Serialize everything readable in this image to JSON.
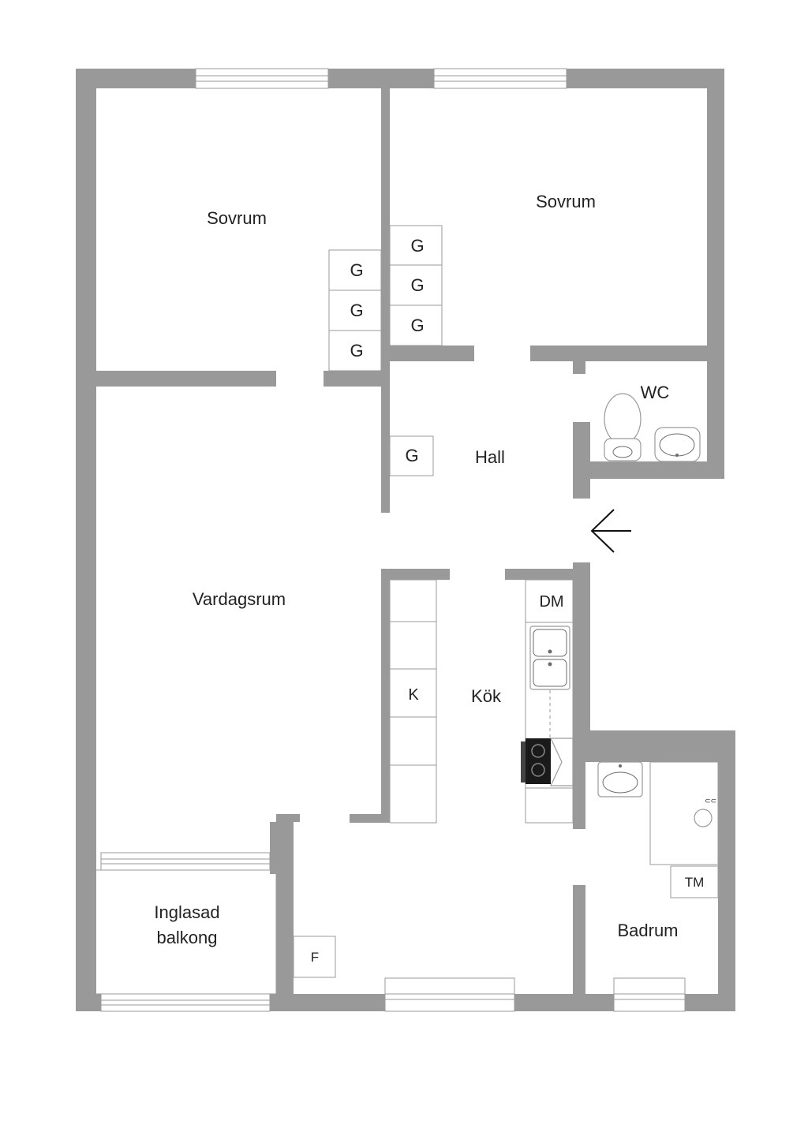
{
  "rooms": {
    "bedroom_left": "Sovrum",
    "bedroom_right": "Sovrum",
    "wc": "WC",
    "hall": "Hall",
    "living": "Vardagsrum",
    "kitchen": "Kök",
    "balcony_line1": "Inglasad",
    "balcony_line2": "balkong",
    "bathroom": "Badrum"
  },
  "fixtures": {
    "wardrobe": "G",
    "dishwasher": "DM",
    "fridge": "K",
    "freezer": "F",
    "dryer": "TM"
  },
  "colors": {
    "wall": "#999999",
    "background": "#ffffff",
    "text": "#222222"
  },
  "icons": {
    "entrance": "arrow-left-icon"
  }
}
